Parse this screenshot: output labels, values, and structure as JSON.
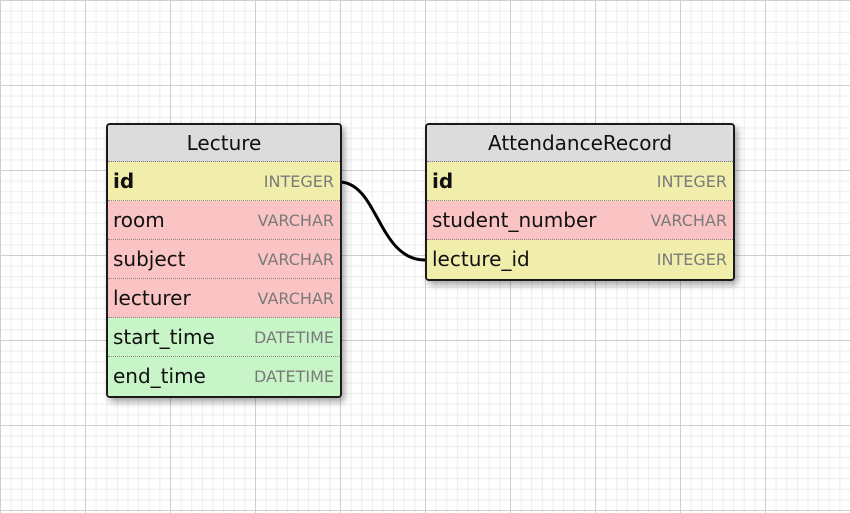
{
  "tables": {
    "lecture": {
      "name": "Lecture",
      "columns": [
        {
          "name": "id",
          "type": "INTEGER",
          "kind": "primary-key"
        },
        {
          "name": "room",
          "type": "VARCHAR",
          "kind": "string"
        },
        {
          "name": "subject",
          "type": "VARCHAR",
          "kind": "string"
        },
        {
          "name": "lecturer",
          "type": "VARCHAR",
          "kind": "string"
        },
        {
          "name": "start_time",
          "type": "DATETIME",
          "kind": "datetime"
        },
        {
          "name": "end_time",
          "type": "DATETIME",
          "kind": "datetime"
        }
      ]
    },
    "attendance_record": {
      "name": "AttendanceRecord",
      "columns": [
        {
          "name": "id",
          "type": "INTEGER",
          "kind": "primary-key"
        },
        {
          "name": "student_number",
          "type": "VARCHAR",
          "kind": "string"
        },
        {
          "name": "lecture_id",
          "type": "INTEGER",
          "kind": "foreign-key"
        }
      ]
    }
  },
  "relations": [
    {
      "from": "Lecture.id",
      "to": "AttendanceRecord.lecture_id"
    }
  ],
  "colors": {
    "header": "#dcdcdc",
    "key_row": "#f1eeab",
    "varchar_row": "#fbc4c4",
    "datetime_row": "#c8f5c8",
    "type_text": "#7a7a7a"
  }
}
